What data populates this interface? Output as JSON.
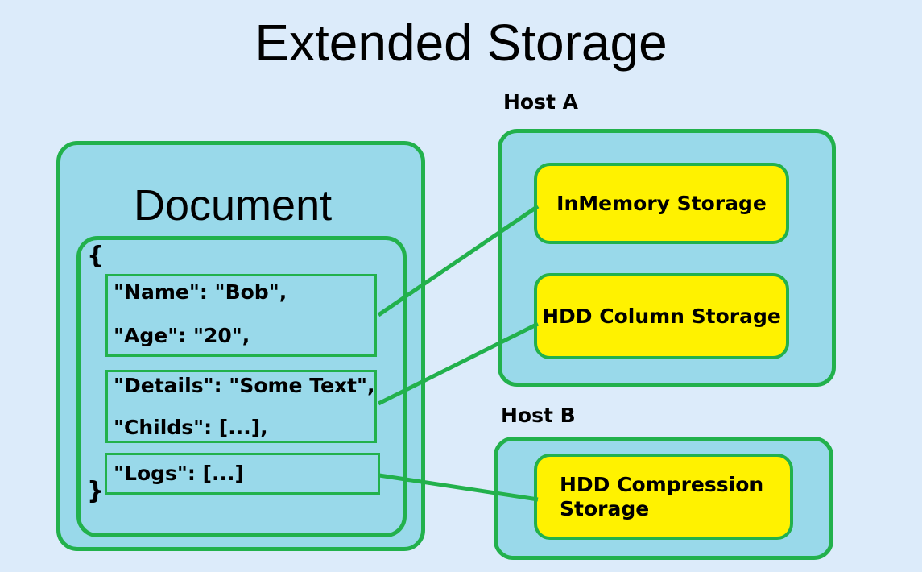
{
  "title": "Extended Storage",
  "document": {
    "title": "Document",
    "open_brace": "{",
    "close_brace": "}",
    "fields": [
      {
        "lines": [
          "\"Name\": \"Bob\",",
          "\"Age\": \"20\","
        ]
      },
      {
        "lines": [
          "\"Details\": \"Some Text\",",
          "\"Childs\": [...],"
        ]
      },
      {
        "lines": [
          "\"Logs\": [...]"
        ]
      }
    ]
  },
  "hosts": [
    {
      "label": "Host A",
      "storages": [
        {
          "label": "InMemory Storage"
        },
        {
          "label": "HDD Column Storage"
        }
      ]
    },
    {
      "label": "Host B",
      "storages": [
        {
          "label": "HDD Compression Storage"
        }
      ]
    }
  ],
  "connections": [
    {
      "from": "document-field-name-age",
      "to": "storage-inmemory"
    },
    {
      "from": "document-field-details-childs",
      "to": "storage-hdd-column"
    },
    {
      "from": "document-field-logs",
      "to": "storage-hdd-compression"
    }
  ],
  "colors": {
    "bg": "#DCEBFA",
    "fill": "#99D9EA",
    "green": "#22B14C",
    "yellow": "#FFF200",
    "ink": "#000000"
  }
}
